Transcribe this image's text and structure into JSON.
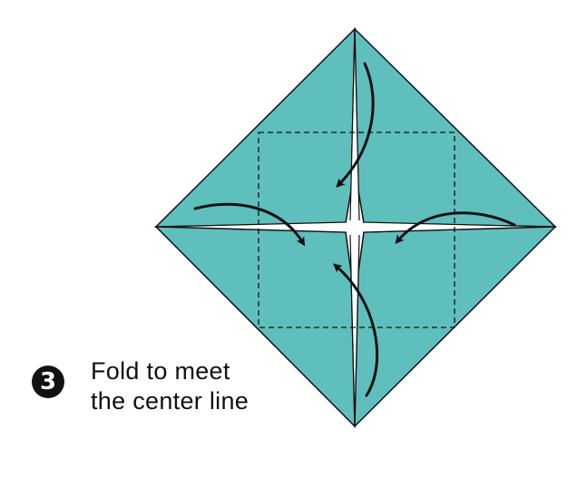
{
  "step": {
    "number": "3",
    "instruction_line1": "Fold to meet",
    "instruction_line2": "the center line"
  },
  "colors": {
    "paper": "#5fbfbd",
    "outline": "#111111",
    "crease_gap": "#ffffff",
    "background": "#ffffff"
  },
  "icons": {
    "fold_arrows": [
      "curved-arrow-top",
      "curved-arrow-left",
      "curved-arrow-right",
      "curved-arrow-bottom"
    ],
    "guide": "dashed-square-guide"
  }
}
